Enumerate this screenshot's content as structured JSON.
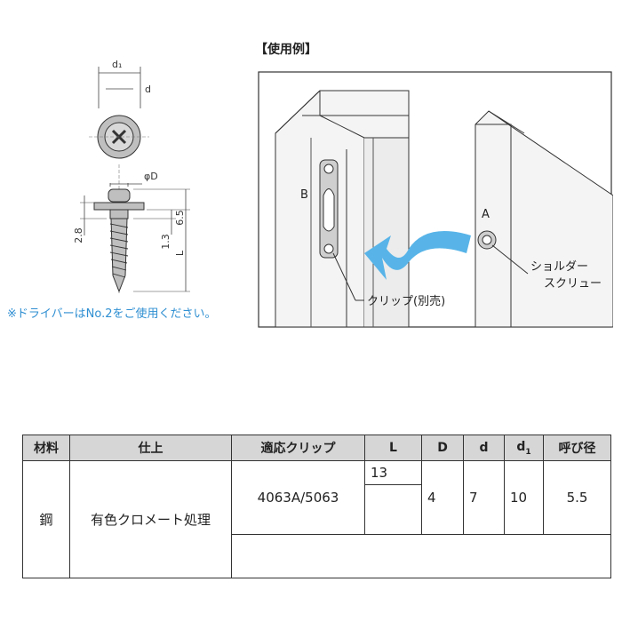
{
  "usage_title": "【使用例】",
  "driver_note": "※ドライバーはNo.2をご使用ください。",
  "dimensions": {
    "d1": "d₁",
    "d": "d",
    "phiD": "φD",
    "h65": "6.5",
    "h28": "2.8",
    "h13": "1.3",
    "L": "L"
  },
  "callouts": {
    "A": "A",
    "B": "B",
    "clip": "クリップ(別売)",
    "shoulder_line1": "ショルダー",
    "shoulder_line2": "スクリュー"
  },
  "table": {
    "headers": {
      "material": "材料",
      "finish": "仕上",
      "clip": "適応クリップ",
      "L": "L",
      "D": "D",
      "d": "d",
      "d1_main": "d",
      "d1_sub": "1",
      "nominal": "呼び径"
    },
    "row1": {
      "material": "鋼",
      "finish": "有色クロメート処理",
      "clip": "4063A/5063",
      "L_top": "13",
      "D": "4",
      "d": "7",
      "d1": "10",
      "nominal": "5.5"
    }
  },
  "colors": {
    "arrow": "#58b4e8",
    "note_text": "#2f8fd2",
    "table_header_bg": "#d6d6d6"
  }
}
